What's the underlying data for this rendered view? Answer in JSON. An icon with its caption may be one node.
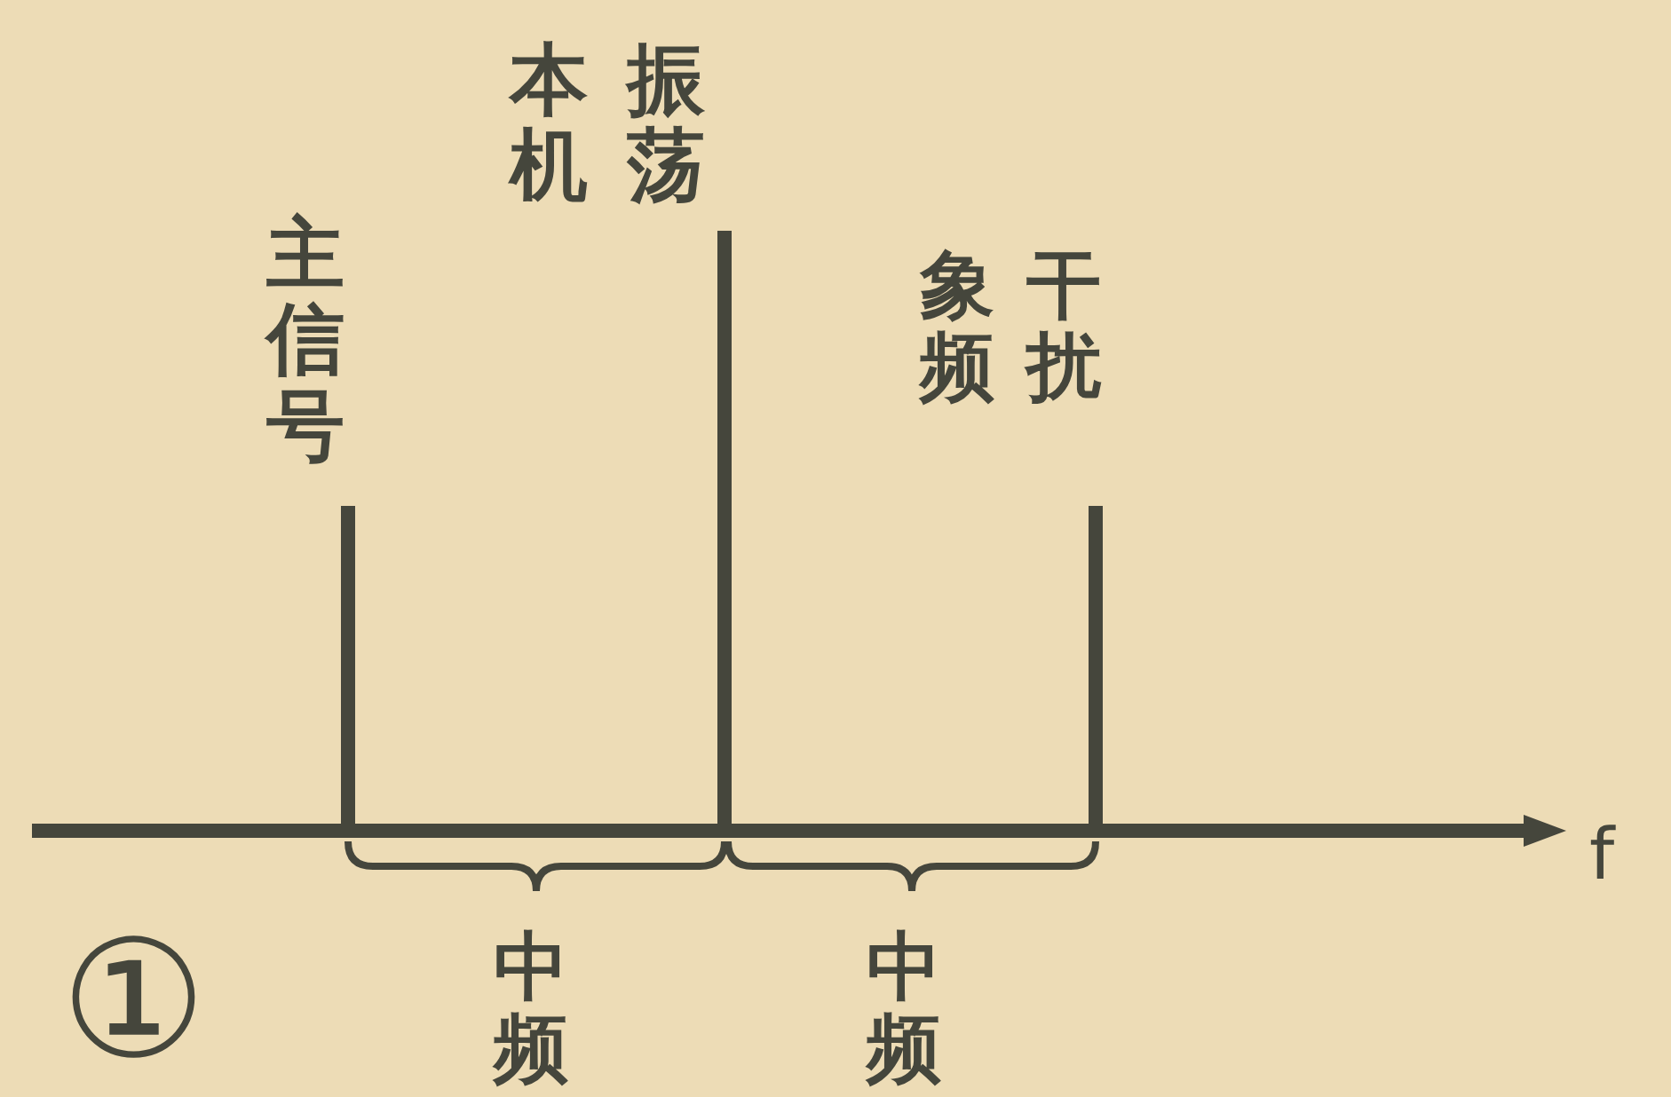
{
  "diagram": {
    "labels": [
      "本机振荡",
      "主信号",
      "象频干扰",
      "f",
      "①",
      "中频",
      "中频"
    ]
  }
}
